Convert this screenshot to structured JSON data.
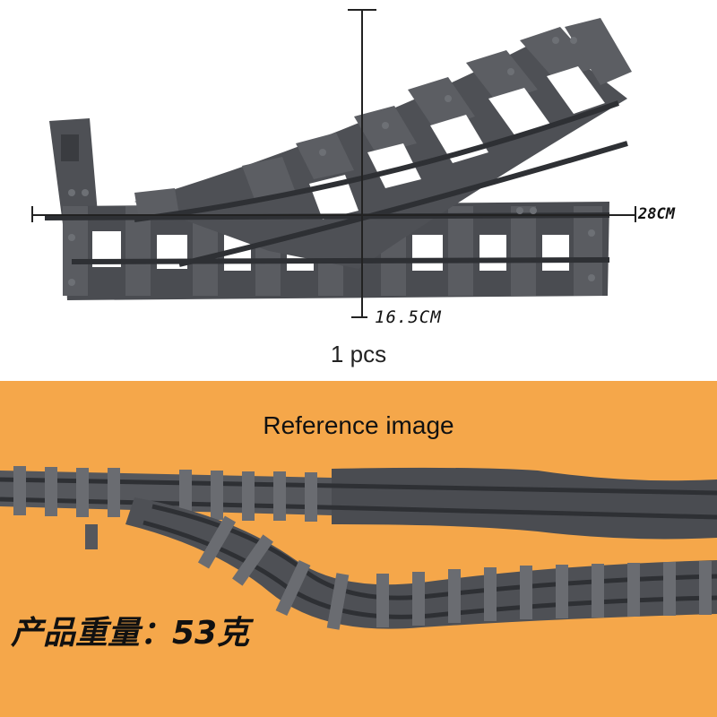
{
  "top_panel": {
    "width_label": "28CM",
    "height_label": "16.5CM",
    "quantity_label": "1 pcs"
  },
  "bottom_panel": {
    "title": "Reference image",
    "weight_label": "产品重量：53克",
    "background_color": "#f5a74a"
  },
  "colors": {
    "track_gray": "#55575c",
    "track_dark": "#3a3c40",
    "stud_light": "#6d7075",
    "orange": "#f5a74a"
  }
}
